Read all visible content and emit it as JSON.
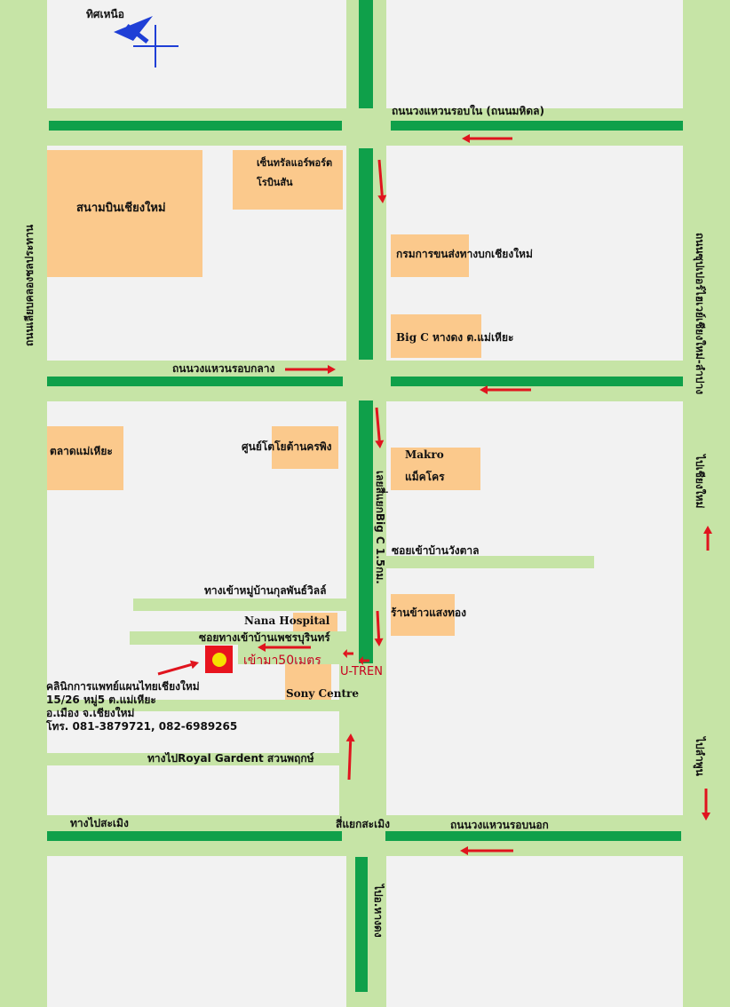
{
  "colors": {
    "road_outer": "#c6e4a6",
    "road_inner": "#0fa04a",
    "background": "#f2f2f2",
    "building": "#fbc98c",
    "arrow": "#e0141e",
    "compass": "#1f3fd6",
    "marker_square": "#e8141e",
    "marker_dot": "#f5e000"
  },
  "icons": {
    "compass": "north-compass-arrow-icon",
    "marker": "clinic-location-marker-icon"
  },
  "labels": {
    "north": "ทิศเหนือ",
    "ring_road_inner": "ถนนวงแหวนรอบใน (ถนนมหิดล)",
    "ring_road_middle": "ถนนวงแหวนรอบกลาง",
    "ring_road_outer": "ถนนวงแหวนรอบนอก",
    "left_vertical_road": "ถนนเลียบคลองชลประทาน",
    "right_vertical_road": "ถนนซุปเปอร์ไฮเวย์เชียงใหม่-ลำปาง",
    "to_chiang_mai": "ไปเชียงใหม่",
    "to_lamphun": "ไปลำพูน",
    "big_c_junction": "เลยสี่แยกBig C 1.5กม.",
    "samoeng_junction": "สี่แยกสะเมิง",
    "to_samoeng": "ทางไปสะเมิง",
    "to_hangdong": "ไปอ.หางดง",
    "to_royal_garden": "ทางไปRoyal Gardent สวนพฤกษ์",
    "soi_wang_tan": "ซอยเข้าบ้านวังตาล",
    "to_kulphan": "ทางเข้าหมู่บ้านกุลพันธ์วิลล์",
    "soi_phet_burin": "ซอยทางเข้าบ้านเพชรบุรินทร์",
    "enter_50m": "เข้ามา50เมตร",
    "u_turn": "U-TREN"
  },
  "places": {
    "airport": "สนามบินเชียงใหม่",
    "central_line1": "เซ็นทรัลแอร์พอร์ต",
    "central_line2": "โรบินสัน",
    "dept_highways": "กรมการขนส่งทางบกเชียงใหม่",
    "big_c": "Big C หางดง  ต.แม่เหียะ",
    "market": "ตลาดแม่เหียะ",
    "toyota": "ศูนย์โตโยต้านครพิง",
    "makro_en": "Makro",
    "makro_th": "แม็คโคร",
    "ran_khao": "ร้านข้าวแสงทอง",
    "nana": "Nana Hospital",
    "sony": "Sony Centre"
  },
  "clinic": {
    "name": "คลินิกการแพทย์แผนไทยเชียงใหม่",
    "address1": "15/26  หมู่5  ต.แม่เหียะ",
    "address2": "อ.เมือง  จ.เชียงใหม่",
    "phone": "โทร.  081-3879721,  082-6989265"
  }
}
